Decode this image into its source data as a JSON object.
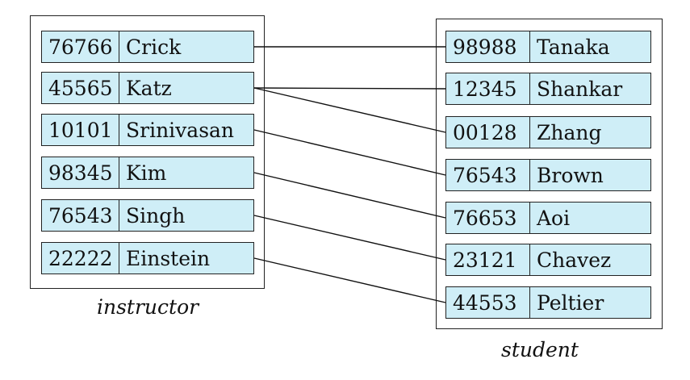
{
  "instructor": {
    "caption": "instructor",
    "rows": [
      {
        "id": "76766",
        "name": "Crick"
      },
      {
        "id": "45565",
        "name": "Katz"
      },
      {
        "id": "10101",
        "name": "Srinivasan"
      },
      {
        "id": "98345",
        "name": "Kim"
      },
      {
        "id": "76543",
        "name": "Singh"
      },
      {
        "id": "22222",
        "name": "Einstein"
      }
    ]
  },
  "student": {
    "caption": "student",
    "rows": [
      {
        "id": "98988",
        "name": "Tanaka"
      },
      {
        "id": "12345",
        "name": "Shankar"
      },
      {
        "id": "00128",
        "name": "Zhang"
      },
      {
        "id": "76543",
        "name": "Brown"
      },
      {
        "id": "76653",
        "name": "Aoi"
      },
      {
        "id": "23121",
        "name": "Chavez"
      },
      {
        "id": "44553",
        "name": "Peltier"
      }
    ]
  },
  "links": [
    {
      "from": 0,
      "to": 0
    },
    {
      "from": 1,
      "to": 1
    },
    {
      "from": 1,
      "to": 2
    },
    {
      "from": 2,
      "to": 3
    },
    {
      "from": 3,
      "to": 4
    },
    {
      "from": 4,
      "to": 5
    },
    {
      "from": 5,
      "to": 6
    }
  ]
}
